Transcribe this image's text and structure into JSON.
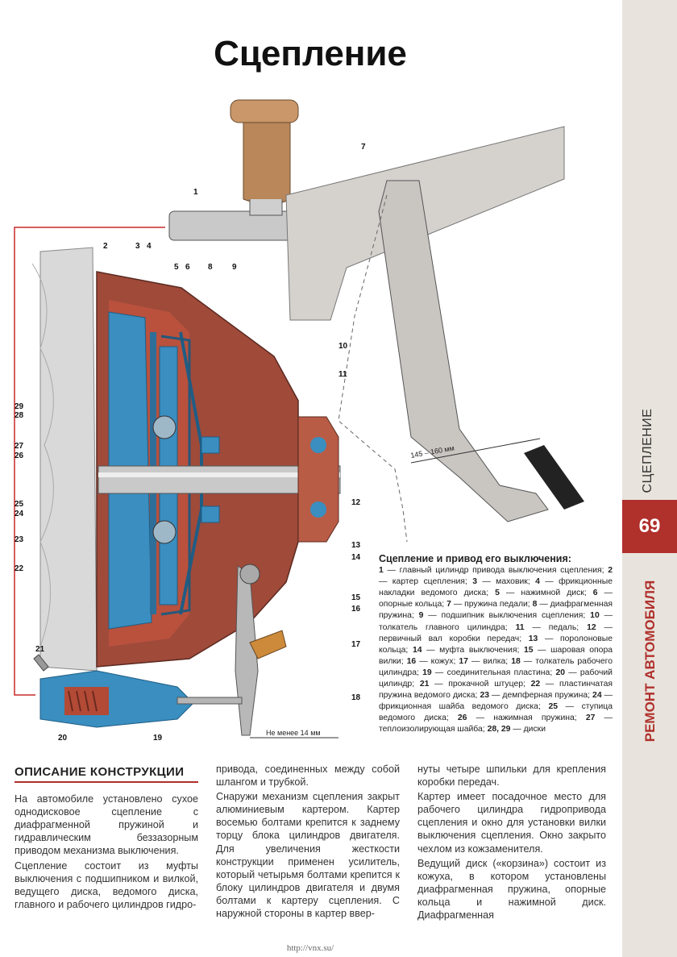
{
  "title": "Сцепление",
  "sidebar": {
    "section": "СЦЕПЛЕНИЕ",
    "page_number": "69",
    "book": "РЕМОНТ АВТОМОБИЛЯ"
  },
  "figure": {
    "callouts": [
      "1",
      "2",
      "3",
      "4",
      "5",
      "6",
      "7",
      "8",
      "9",
      "10",
      "11",
      "12",
      "13",
      "14",
      "15",
      "16",
      "17",
      "18",
      "19",
      "20",
      "21",
      "22",
      "23",
      "24",
      "25",
      "26",
      "27",
      "28",
      "29"
    ],
    "dimension_pedal": "145 – 160 мм",
    "dimension_pusher": "Не менее 14 мм"
  },
  "caption": {
    "title": "Сцепление и привод его выключения:",
    "items": [
      {
        "n": "1",
        "t": "главный цилиндр привода выключения сцепления"
      },
      {
        "n": "2",
        "t": "картер сцепления"
      },
      {
        "n": "3",
        "t": "маховик"
      },
      {
        "n": "4",
        "t": "фрикционные накладки ведомого диска"
      },
      {
        "n": "5",
        "t": "нажимной диск"
      },
      {
        "n": "6",
        "t": "опорные кольца"
      },
      {
        "n": "7",
        "t": "пружина педали"
      },
      {
        "n": "8",
        "t": "диафрагменная пружина"
      },
      {
        "n": "9",
        "t": "подшипник выключения сцепления"
      },
      {
        "n": "10",
        "t": "толкатель главного цилиндра"
      },
      {
        "n": "11",
        "t": "педаль"
      },
      {
        "n": "12",
        "t": "первичный вал коробки передач"
      },
      {
        "n": "13",
        "t": "поролоновые кольца"
      },
      {
        "n": "14",
        "t": "муфта выключения"
      },
      {
        "n": "15",
        "t": "шаровая опора вилки"
      },
      {
        "n": "16",
        "t": "кожух"
      },
      {
        "n": "17",
        "t": "вилка"
      },
      {
        "n": "18",
        "t": "толкатель рабочего цилиндра"
      },
      {
        "n": "19",
        "t": "соединительная пластина"
      },
      {
        "n": "20",
        "t": "рабочий цилиндр"
      },
      {
        "n": "21",
        "t": "прокачной штуцер"
      },
      {
        "n": "22",
        "t": "пластинчатая пружина ведомого диска"
      },
      {
        "n": "23",
        "t": "демпферная пружина"
      },
      {
        "n": "24",
        "t": "фрикционная шайба ведомого диска"
      },
      {
        "n": "25",
        "t": "ступица ведомого диска"
      },
      {
        "n": "26",
        "t": "нажимная пружина"
      },
      {
        "n": "27",
        "t": "теплоизолирующая шайба"
      },
      {
        "n": "28, 29",
        "t": "диски"
      }
    ]
  },
  "text": {
    "section_heading": "ОПИСАНИЕ КОНСТРУКЦИИ",
    "col1": [
      "На автомобиле установлено сухое однодисковое сцепление с диафрагменной пружиной и гидравлическим беззазорным приводом механизма выключения.",
      "Сцепление состоит из муфты выключения с подшипником и вилкой, ведущего диска, ведомого диска, главного и рабочего цилиндров гидро-"
    ],
    "col2": [
      "привода, соединенных между собой шлангом и трубкой.",
      "Снаружи механизм сцепления закрыт алюминиевым картером. Картер восемью болтами крепится к заднему торцу блока цилиндров двигателя. Для увеличения жесткости конструкции применен усилитель, который четырьмя болтами крепится к блоку цилиндров двигателя и двумя болтами к картеру сцепления. С наружной стороны в картер ввер-"
    ],
    "col3": [
      "нуты четыре шпильки для крепления коробки передач.",
      "Картер имеет посадочное место для рабочего цилиндра гидропривода сцепления и окно для установки вилки выключения сцепления. Окно закрыто чехлом из кожзаменителя.",
      "Ведущий диск («корзина») состоит из кожуха, в котором установлены диафрагменная пружина, опорные кольца и нажимной диск. Диафрагменная"
    ]
  },
  "footer": "http://vnx.su/",
  "colors": {
    "accent": "#b0302c",
    "housing": "#a04a3a",
    "steel_blue": "#3a8ec0",
    "pedal_grey": "#c9c6c2",
    "reservoir": "#b9875a"
  }
}
